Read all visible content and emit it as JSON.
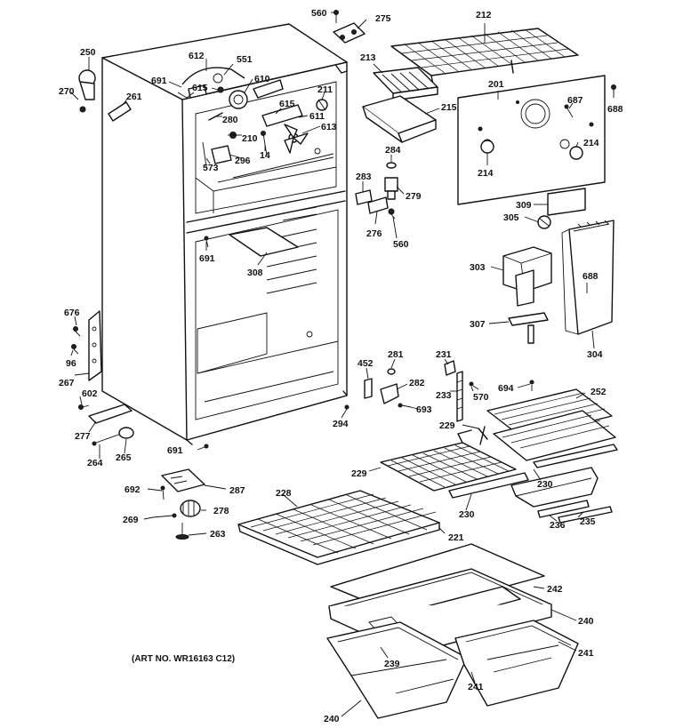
{
  "art_note": "(ART NO. WR16163 C12)",
  "labels": [
    "560",
    "275",
    "212",
    "250",
    "612",
    "551",
    "691",
    "615",
    "610",
    "270",
    "213",
    "261",
    "211",
    "201",
    "687",
    "688",
    "215",
    "615",
    "611",
    "280",
    "613",
    "210",
    "296",
    "14",
    "573",
    "284",
    "214",
    "214",
    "283",
    "279",
    "276",
    "560",
    "309",
    "305",
    "691",
    "308",
    "303",
    "688",
    "676",
    "307",
    "304",
    "96",
    "452",
    "281",
    "231",
    "267",
    "282",
    "233",
    "570",
    "694",
    "252",
    "602",
    "693",
    "294",
    "229",
    "277",
    "691",
    "229",
    "230",
    "264",
    "265",
    "692",
    "287",
    "230",
    "278",
    "269",
    "236",
    "235",
    "228",
    "221",
    "263",
    "242",
    "240",
    "239",
    "241",
    "241",
    "240"
  ]
}
